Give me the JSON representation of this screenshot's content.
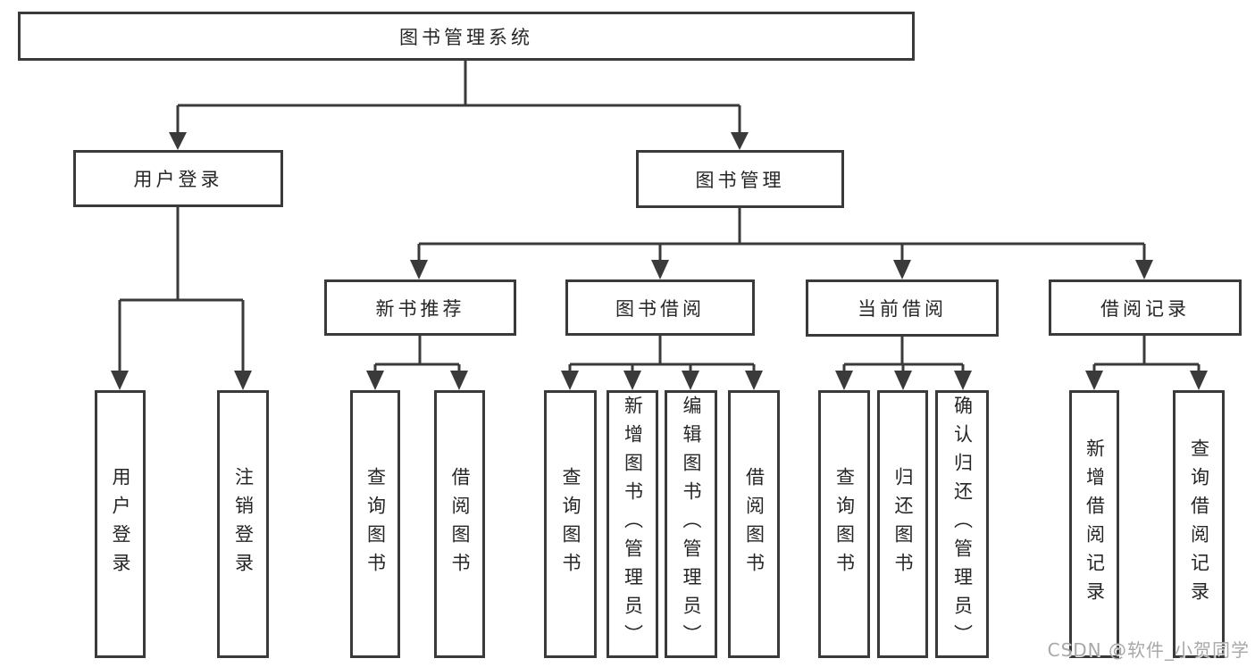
{
  "diagram_title": "图书管理系统",
  "tree": {
    "label": "图书管理系统",
    "children": [
      {
        "label": "用户登录",
        "children": [
          {
            "label": "用户登录"
          },
          {
            "label": "注销登录"
          }
        ]
      },
      {
        "label": "图书管理",
        "children": [
          {
            "label": "新书推荐",
            "children": [
              {
                "label": "查询图书"
              },
              {
                "label": "借阅图书"
              }
            ]
          },
          {
            "label": "图书借阅",
            "children": [
              {
                "label": "查询图书"
              },
              {
                "label": "新增图书（管理员）"
              },
              {
                "label": "编辑图书（管理员）"
              },
              {
                "label": "借阅图书"
              }
            ]
          },
          {
            "label": "当前借阅",
            "children": [
              {
                "label": "查询图书"
              },
              {
                "label": "归还图书"
              },
              {
                "label": "确认归还（管理员）"
              }
            ]
          },
          {
            "label": "借阅记录",
            "children": [
              {
                "label": "新增借阅记录"
              },
              {
                "label": "查询借阅记录"
              }
            ]
          }
        ]
      }
    ]
  },
  "watermark": "CSDN @软件_小贺同学",
  "colors": {
    "line": "#3a3a3a",
    "text": "#262626",
    "watermark": "#a8a8a8",
    "background": "#ffffff"
  }
}
